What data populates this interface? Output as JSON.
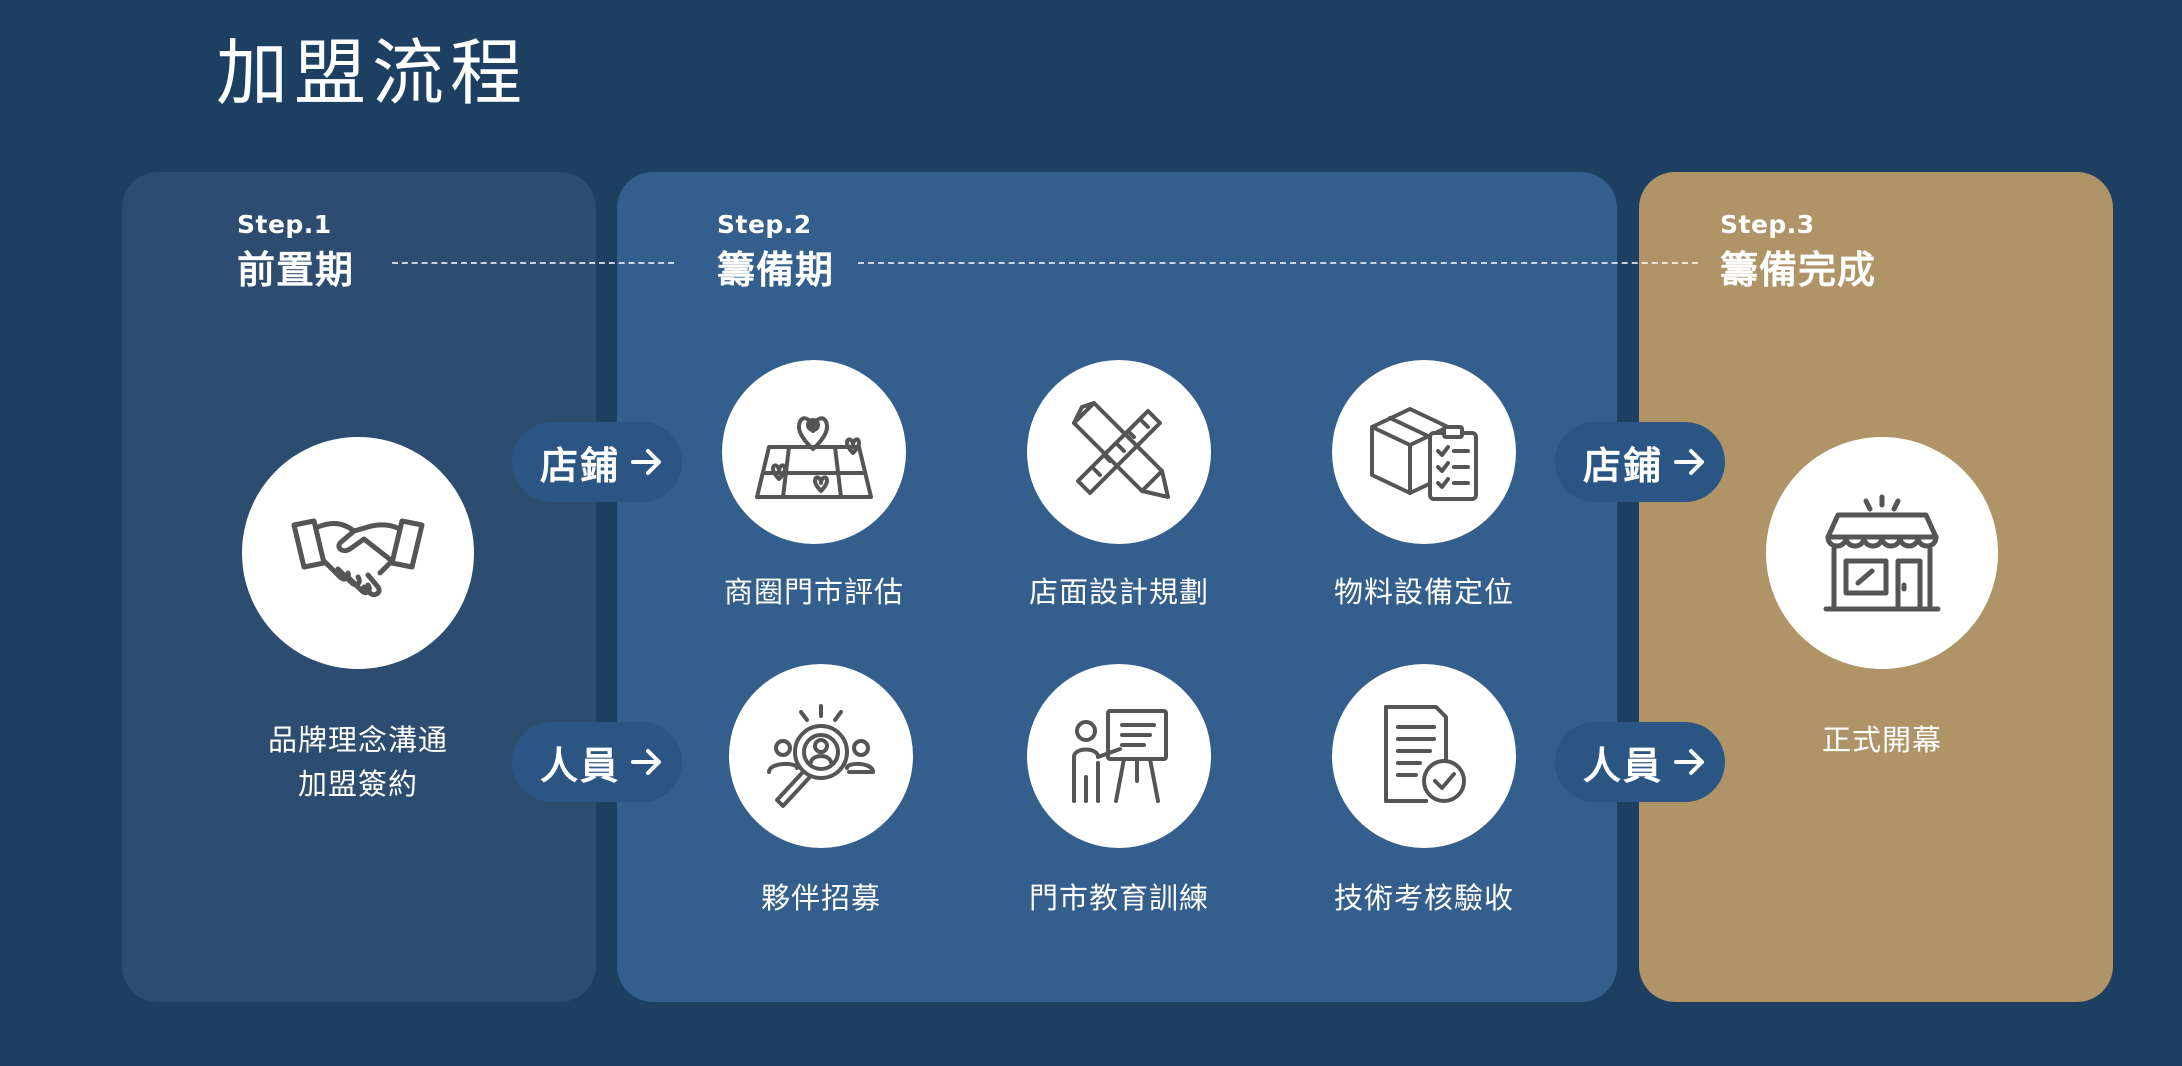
{
  "title": "加盟流程",
  "steps": [
    {
      "num": "Step.1",
      "title": "前置期"
    },
    {
      "num": "Step.2",
      "title": "籌備期"
    },
    {
      "num": "Step.3",
      "title": "籌備完成"
    }
  ],
  "stage1": {
    "line1": "品牌理念溝通",
    "line2": "加盟簽約",
    "icon": "handshake-icon"
  },
  "branches": {
    "store": "店鋪",
    "staff": "人員"
  },
  "store_tasks": [
    {
      "label": "商圈門市評估",
      "icon": "map-location-icon"
    },
    {
      "label": "店面設計規劃",
      "icon": "pencil-ruler-icon"
    },
    {
      "label": "物料設備定位",
      "icon": "box-checklist-icon"
    }
  ],
  "staff_tasks": [
    {
      "label": "夥伴招募",
      "icon": "recruit-search-icon"
    },
    {
      "label": "門市教育訓練",
      "icon": "presentation-icon"
    },
    {
      "label": "技術考核驗收",
      "icon": "document-check-icon"
    }
  ],
  "stage3": {
    "label": "正式開幕",
    "icon": "storefront-icon"
  },
  "colors": {
    "background": "#1d3f62",
    "panel1": "#2d4d70",
    "panel2": "#345e8b",
    "panel3": "#af9468",
    "pill": "#2b5582",
    "icon": "#555555"
  }
}
